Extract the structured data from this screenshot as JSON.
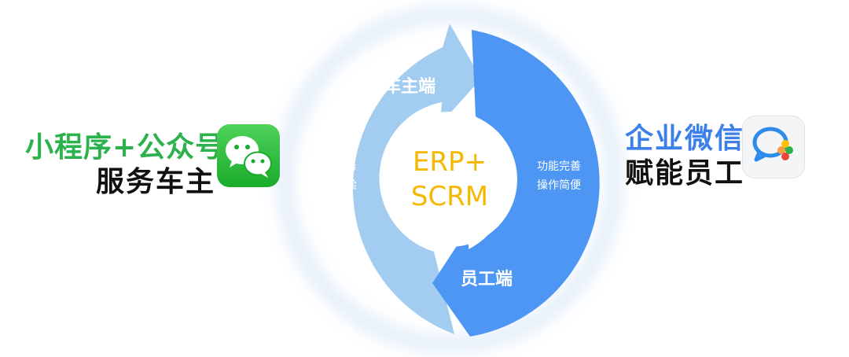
{
  "left": {
    "line1": "小程序+公众号",
    "line2": "服务车主",
    "line1_color": "#2bb24c",
    "line2_color": "#111111",
    "icon": "wechat-icon"
  },
  "right": {
    "line1": "企业微信",
    "line2": "赋能员工",
    "line1_color": "#3d7fe8",
    "line2_color": "#111111",
    "icon": "wecom-icon"
  },
  "cycle": {
    "top_label": "车主端",
    "bottom_label": "员工端",
    "left_inner": [
      "便捷服务",
      "优异体验"
    ],
    "right_inner": [
      "功能完善",
      "操作简便"
    ],
    "center": [
      "ERP+",
      "SCRM"
    ],
    "center_color": "#f5b800",
    "left_arc_color": "#a3cdf0",
    "right_arc_color": "#4e96f3"
  }
}
